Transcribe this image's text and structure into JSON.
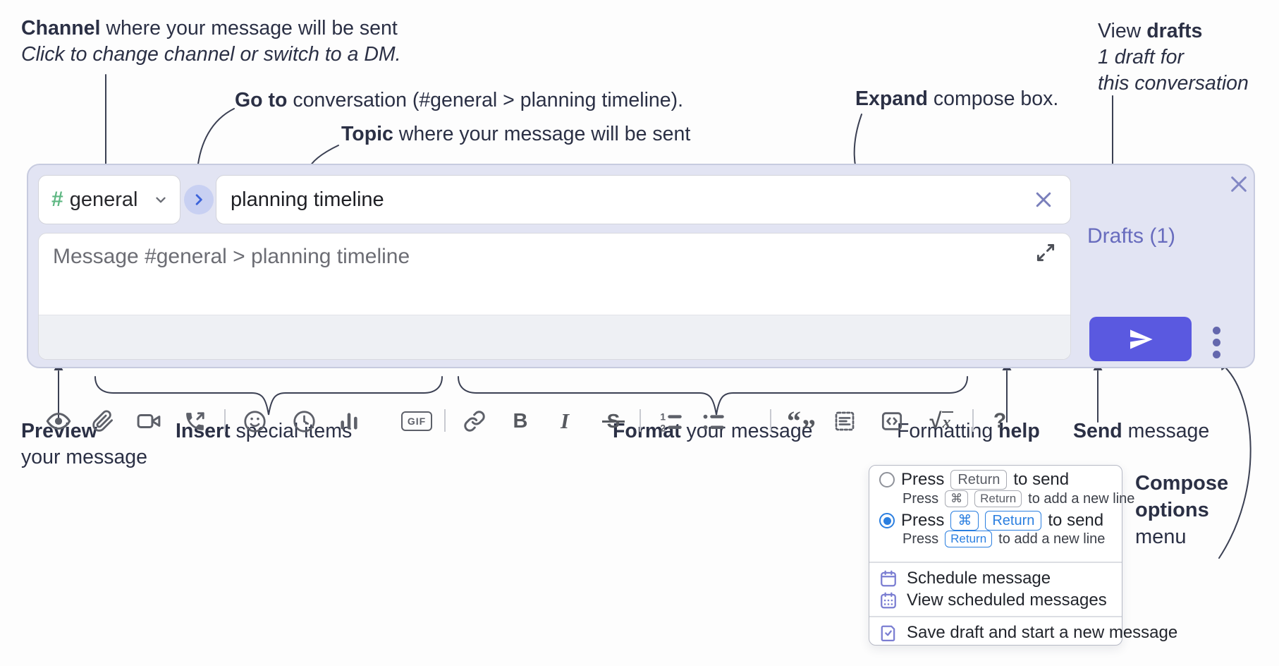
{
  "colors": {
    "accent_send": "#5a59e0",
    "composer_lavender": "#e2e4f3",
    "link_purple": "#686cbe",
    "kbd_blue": "#2b7fe0",
    "hash_green": "#5fb783"
  },
  "annotations": {
    "channel_line1_bold": "Channel",
    "channel_line1_rest": " where your message will be sent",
    "channel_line2": "Click to change channel or switch to a DM.",
    "goto_bold": "Go to",
    "goto_rest": " conversation (#general > planning timeline).",
    "topic_bold": "Topic",
    "topic_rest": " where your message will be sent",
    "expand_bold": "Expand",
    "expand_rest": " compose box.",
    "drafts_line1_pre": "View ",
    "drafts_line1_bold": "drafts",
    "drafts_line2": "1 draft for",
    "drafts_line3": "this conversation",
    "preview_bold": "Preview",
    "preview_line2": "your message",
    "insert_bold": "Insert",
    "insert_rest": " special items",
    "format_bold": "Format",
    "format_rest": " your message",
    "help_pre": "Formatting ",
    "help_bold": "help",
    "send_bold": "Send",
    "send_rest": " message",
    "compose_line1": "Compose",
    "compose_line2": "options",
    "compose_line3": "menu"
  },
  "composer": {
    "channel_hash": "#",
    "channel_name": "general",
    "topic_value": "planning timeline",
    "message_placeholder": "Message #general > planning timeline",
    "drafts_label": "Drafts (1)",
    "toolbar_icons": [
      "preview-eye",
      "attach-paperclip",
      "video-clip",
      "audio-call",
      "emoji",
      "recent-clock",
      "poll-bar-chart",
      "gif",
      "link",
      "bold",
      "italic",
      "strikethrough",
      "ordered-list",
      "bulleted-list",
      "blockquote",
      "code-block",
      "code",
      "formula",
      "formatting-help"
    ],
    "gif_label": "GIF",
    "bold_glyph": "B",
    "italic_glyph": "I",
    "strike_glyph": "S",
    "ol_num1": "1",
    "ol_num2": "2",
    "quote_open": "“",
    "quote_close": "”",
    "sqrt_glyph": "√",
    "sqrt_x": "x",
    "help_glyph": "?"
  },
  "menu": {
    "opt1_main_pre": "Press",
    "opt1_key": "Return",
    "opt1_main_suf": "to send",
    "opt1_sub_pre": "Press",
    "opt1_sub_key1": "⌘",
    "opt1_sub_key2": "Return",
    "opt1_sub_suf": "to add a new line",
    "opt2_main_pre": "Press",
    "opt2_key1": "⌘",
    "opt2_key2": "Return",
    "opt2_main_suf": "to send",
    "opt2_sub_pre": "Press",
    "opt2_sub_key": "Return",
    "opt2_sub_suf": "to add a new line",
    "item_schedule": "Schedule message",
    "item_view_scheduled": "View scheduled messages",
    "item_save_draft": "Save draft and start a new message"
  }
}
